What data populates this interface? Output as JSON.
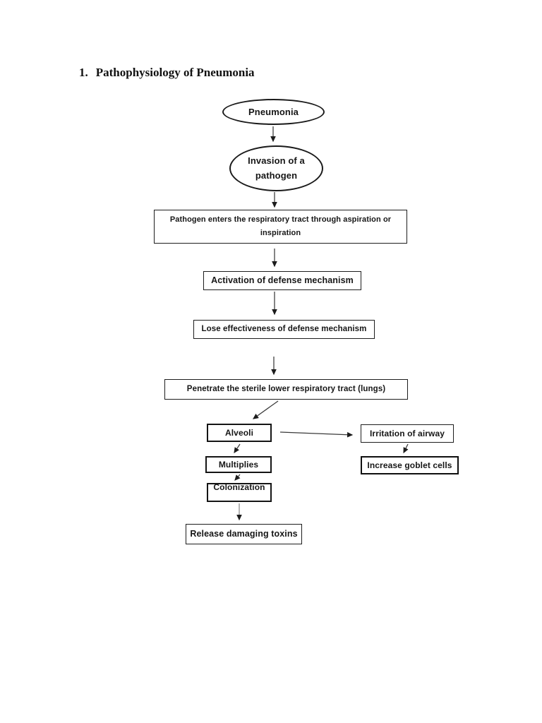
{
  "heading": {
    "number": "1.",
    "text": "Pathophysiology of Pneumonia"
  },
  "colors": {
    "ink": "#1b1b1b",
    "page_background": "#ffffff"
  },
  "diagram": {
    "nodes": {
      "pneumonia": {
        "shape": "ellipse",
        "label": "Pneumonia"
      },
      "invasion": {
        "shape": "ellipse",
        "lines": [
          "Invasion of a",
          "pathogen"
        ]
      },
      "enters": {
        "shape": "rect",
        "lines": [
          "Pathogen enters the respiratory tract through aspiration or",
          "inspiration"
        ]
      },
      "activation": {
        "shape": "rect",
        "label": "Activation of defense mechanism"
      },
      "lose": {
        "shape": "rect",
        "label": "Lose effectiveness of defense mechanism"
      },
      "penetrate": {
        "shape": "rect",
        "label": "Penetrate the sterile lower respiratory tract (lungs)"
      },
      "alveoli": {
        "shape": "rect",
        "label": "Alveoli"
      },
      "irritation": {
        "shape": "rect",
        "label": "Irritation of airway"
      },
      "multiplies": {
        "shape": "rect",
        "label": "Multiplies"
      },
      "colonization": {
        "shape": "rect",
        "label": "Colonization"
      },
      "release": {
        "shape": "rect",
        "label": "Release damaging toxins"
      },
      "goblet": {
        "shape": "rect",
        "label": "Increase goblet cells"
      }
    },
    "flow": [
      "Pneumonia -> Invasion of a pathogen",
      "Invasion of a pathogen -> Pathogen enters the respiratory tract through aspiration or inspiration",
      "Pathogen enters the respiratory tract through aspiration or inspiration -> Activation of defense mechanism",
      "Activation of defense mechanism -> Lose effectiveness of defense mechanism",
      "Lose effectiveness of defense mechanism -> Penetrate the sterile lower respiratory tract (lungs)",
      "Penetrate the sterile lower respiratory tract (lungs) -> Alveoli",
      "Alveoli -> Irritation of airway",
      "Alveoli -> Multiplies",
      "Multiplies -> Colonization",
      "Colonization -> Release damaging toxins",
      "Irritation of airway -> Increase goblet cells"
    ]
  }
}
